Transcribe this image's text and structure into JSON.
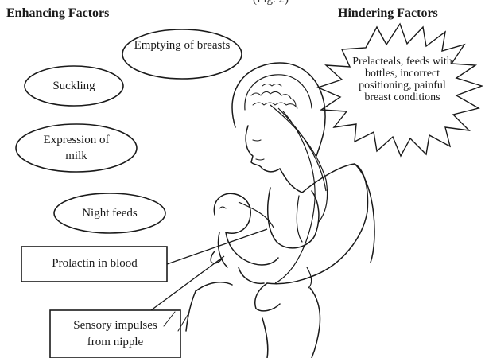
{
  "caption_fragment": "(Fig. 2)",
  "headings": {
    "enhancing": "Enhancing Factors",
    "hindering": "Hindering Factors"
  },
  "enhancing_factors": {
    "emptying": "Emptying of breasts",
    "suckling": "Suckling",
    "expression": "Expression of milk",
    "night_feeds": "Night feeds"
  },
  "hindering_factors": {
    "text": "Prelacteals, feeds with bottles, incorrect positioning, painful breast conditions"
  },
  "boxes": {
    "prolactin": "Prolactin in blood",
    "sensory": "Sensory impulses from nipple"
  }
}
